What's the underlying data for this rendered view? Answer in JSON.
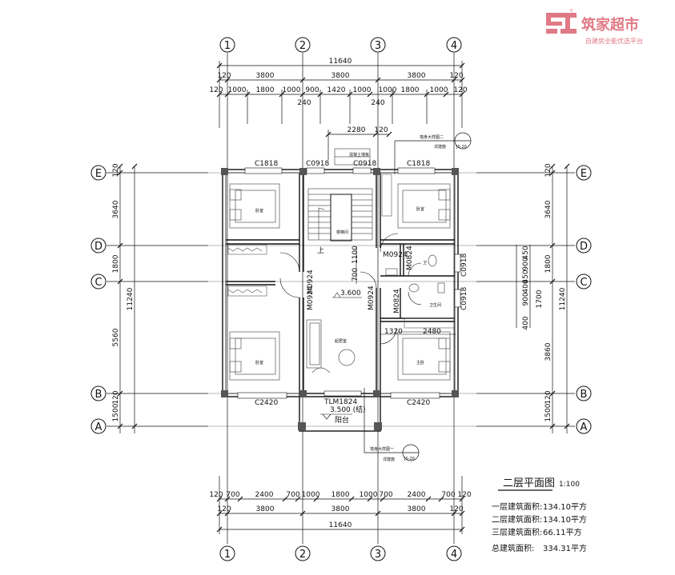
{
  "logo": {
    "name": "筑家超市",
    "slogan": "自建房全能优选平台",
    "mark": "®"
  },
  "title": {
    "main": "二层平面图",
    "scale": "1:100"
  },
  "areas": [
    {
      "label": "一层建筑面积:",
      "value": "134.10平方"
    },
    {
      "label": "二层建筑面积:",
      "value": "134.10平方"
    },
    {
      "label": "三层建筑面积:",
      "value": "66.11平方"
    },
    {
      "label": "总建筑面积:",
      "value": "334.31平方"
    }
  ],
  "axes": {
    "columns": [
      "1",
      "2",
      "3",
      "4"
    ],
    "rows": [
      "E",
      "D",
      "C",
      "B",
      "A"
    ]
  },
  "dimensions": {
    "overall_width": "11640",
    "overall_depth": "11240",
    "top_bays": [
      "120",
      "3800",
      "3800",
      "3800",
      "120"
    ],
    "top_openings": [
      "120",
      "1000",
      "1800",
      "1000",
      "900",
      "1420",
      "1000",
      "1000",
      "1800",
      "1000",
      "120"
    ],
    "top_wall_marks": [
      "240",
      "240"
    ],
    "top_stair": [
      "2280",
      "120"
    ],
    "bottom_openings": [
      "120",
      "700",
      "2400",
      "700",
      "1000",
      "1800",
      "1000",
      "700",
      "2400",
      "700",
      "120"
    ],
    "bottom_bays": [
      "120",
      "3800",
      "3800",
      "3800",
      "120"
    ],
    "left_rows": [
      "120",
      "3640",
      "1800",
      "5560",
      "120",
      "1500"
    ],
    "right_rows": [
      "120",
      "3640",
      "1800",
      "3860",
      "120",
      "1500"
    ],
    "right_detail": [
      "450",
      "900",
      "450",
      "400",
      "900",
      "1700",
      "400"
    ],
    "interior": [
      "700",
      "1100",
      "1320",
      "2480"
    ]
  },
  "windows": [
    "C1818",
    "C0918",
    "C0918",
    "C1818",
    "C0918",
    "C0918",
    "C2420",
    "C2420"
  ],
  "doors": [
    "M0924",
    "M0924",
    "M0924",
    "M0924",
    "M0824",
    "M0824",
    "M0924",
    "TLM1824"
  ],
  "levels": [
    "3.600",
    "3.500 (结)"
  ],
  "rooms": {
    "bedroom": "卧室",
    "master": "主卧",
    "living": "起居室",
    "bath": "卫",
    "bath2": "卫生间",
    "stair": "楼梯间",
    "balcony": "阳台",
    "stair_note": "混凝土墙板",
    "up": "上"
  },
  "callouts": [
    {
      "text": "墙身大样图二",
      "sub": "详建施",
      "ref": "JS-20"
    },
    {
      "text": "墙身大样图一",
      "sub": "详建施",
      "ref": "JS-20"
    }
  ],
  "colors": {
    "line": "#111111",
    "brand": "#e07a86",
    "furniture": "#555555"
  }
}
